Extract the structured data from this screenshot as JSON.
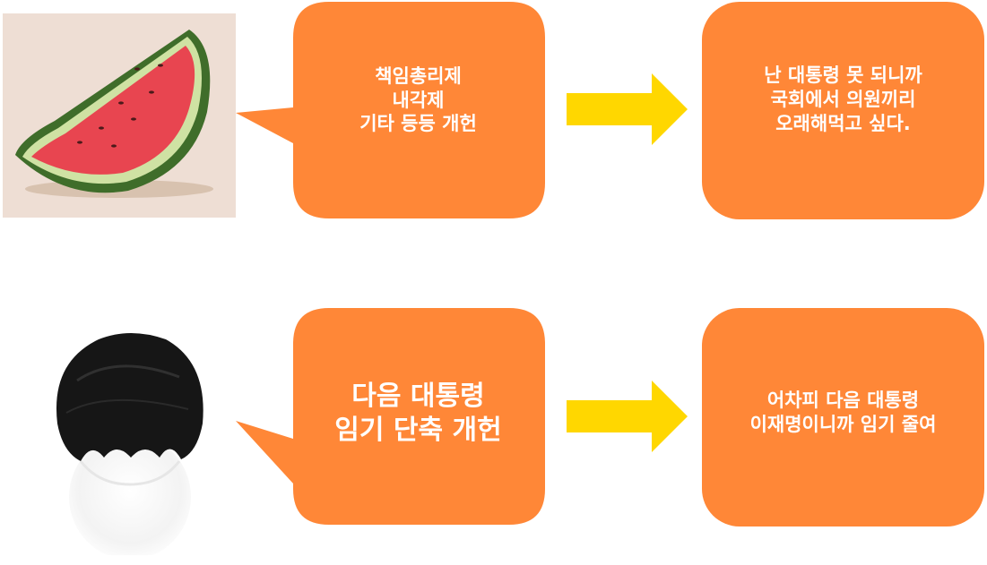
{
  "colors": {
    "bubble": "#ff8737",
    "arrow": "#ffd700",
    "text": "#ffffff"
  },
  "rows": [
    {
      "image_name": "watermelon-slice",
      "bubble_text": "책임총리제\n내각제\n기타 등등 개헌",
      "result_text": "난 대통령 못 되니까\n국회에서 의원끼리\n오래해먹고 싶다."
    },
    {
      "image_name": "black-wig",
      "bubble_text": "다음 대통령\n임기 단축 개헌",
      "result_text": "어차피 다음 대통령\n이재명이니까 임기 줄여"
    }
  ]
}
